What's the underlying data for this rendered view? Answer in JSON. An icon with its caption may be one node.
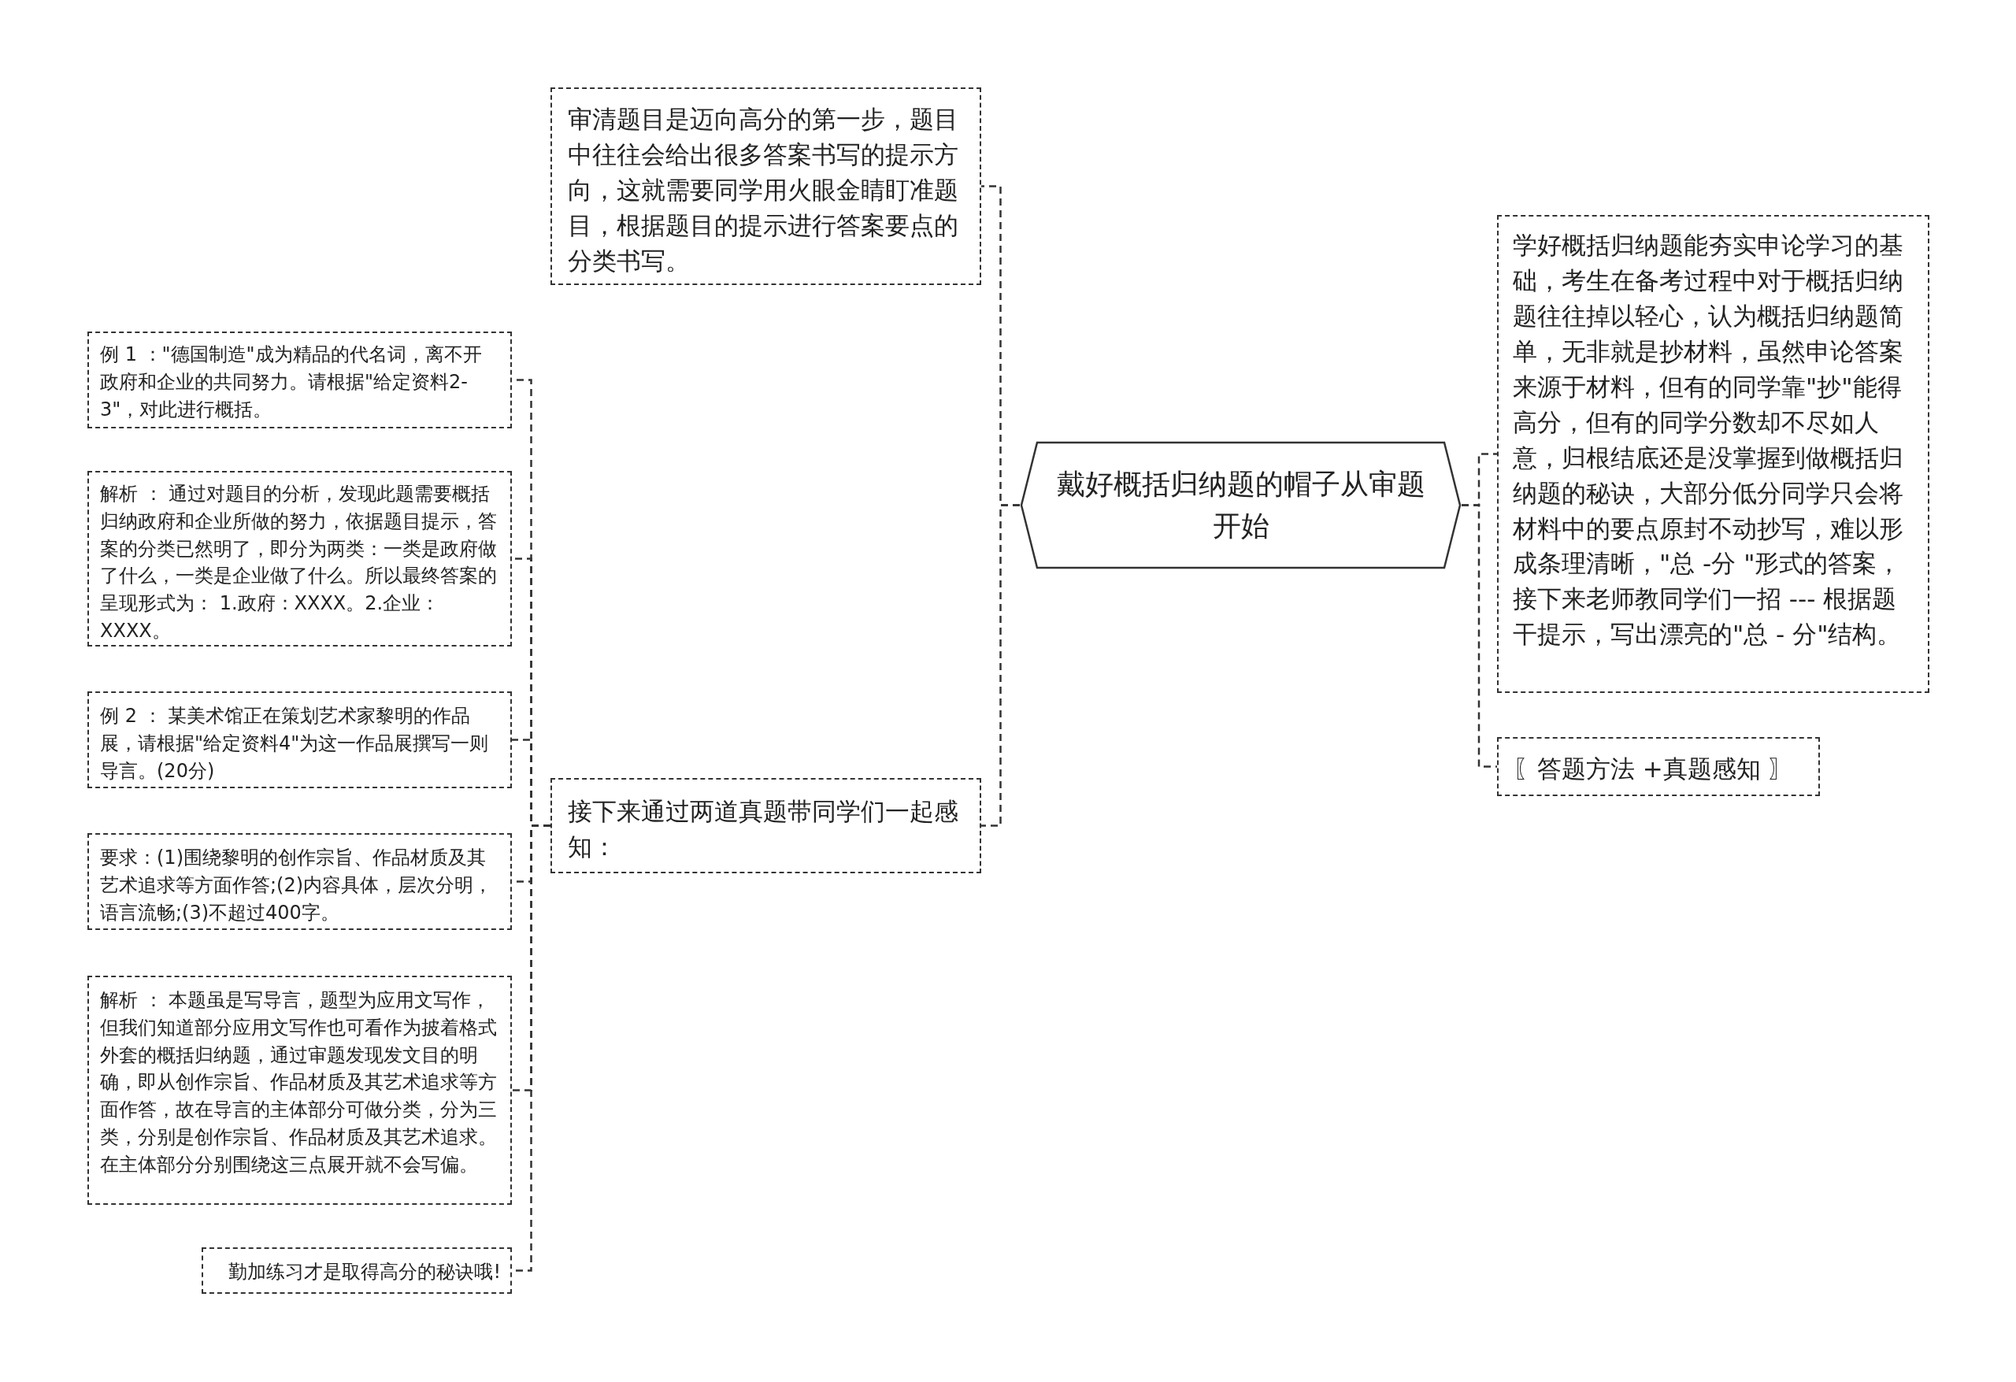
{
  "diagram": {
    "nodes": [
      {
        "text": [
          "戴好概括归纳题的帽子从审题开始"
        ]
      },
      {
        "text": [
          "审清题目是迈向高分的第一步，题目中往往会给出很多答案书写的提示方向，这就需要同学用火眼金睛盯准题目，根据题目的提示进行答案要点的分类书写。"
        ]
      },
      {
        "text": [
          "接下来通过两道真题带同学们一起感知："
        ]
      },
      {
        "text": [
          "例 1 ：\"德国制造\"成为精品的代名词，离不开政府和企业的共同努力。请根据\"给定资料2-3\"，对此进行概括。"
        ]
      },
      {
        "text": [
          "解析 ： 通过对题目的分析，发现此题需要概括归纳政府和企业所做的努力，依据题目提示，答案的分类已然明了，即分为两类：一类是政府做了什么，一类是企业做了什么。所以最终答案的呈现形式为： 1.政府：XXXX。2.企业：XXXX。"
        ]
      },
      {
        "text": [
          "例 2 ： 某美术馆正在策划艺术家黎明的作品展，请根据\"给定资料4\"为这一作品展撰写一则导言。(20分)"
        ]
      },
      {
        "text": [
          "要求：(1)围绕黎明的创作宗旨、作品材质及其艺术追求等方面作答;(2)内容具体，层次分明，语言流畅;(3)不超过400字。"
        ]
      },
      {
        "text": [
          "解析 ： 本题虽是写导言，题型为应用文写作，但我们知道部分应用文写作也可看作为披着格式外套的概括归纳题，通过审题发现发文目的明确，即从创作宗旨、作品材质及其艺术追求等方面作答，故在导言的主体部分可做分类，分为三类，分别是创作宗旨、作品材质及其艺术追求。在主体部分分别围绕这三点展开就不会写偏。"
        ]
      },
      {
        "text": [
          "勤加练习才是取得高分的秘诀哦!"
        ]
      },
      {
        "text": [
          "学好概括归纳题能夯实申论学习的基础，考生在备考过程中对于概括归纳题往往掉以轻心，认为概括归纳题简单，无非就是抄材料，虽然申论答案来源于材料，但有的同学靠\"抄\"能得高分，但有的同学分数却不尽如人意，归根结底还是没掌握到做概括归纳题的秘诀，大部分低分同学只会将材料中的要点原封不动抄写，难以形成条理清晰，\"总 -分 \"形式的答案，接下来老师教同学们一招 --- 根据题干提示，写出漂亮的\"总 - 分\"结构。"
        ]
      },
      {
        "text": [
          "〖答题方法 +真题感知 〗"
        ]
      }
    ],
    "edges": [
      {
        "from": 0,
        "to": 1,
        "arrow": "none",
        "style": "dashed"
      },
      {
        "from": 0,
        "to": 2,
        "arrow": "none",
        "style": "dashed"
      },
      {
        "from": 2,
        "to": 3,
        "arrow": "none",
        "style": "dashed"
      },
      {
        "from": 2,
        "to": 4,
        "arrow": "none",
        "style": "dashed"
      },
      {
        "from": 2,
        "to": 5,
        "arrow": "none",
        "style": "dashed"
      },
      {
        "from": 2,
        "to": 6,
        "arrow": "none",
        "style": "dashed"
      },
      {
        "from": 2,
        "to": 7,
        "arrow": "none",
        "style": "dashed"
      },
      {
        "from": 2,
        "to": 8,
        "arrow": "none",
        "style": "dashed"
      },
      {
        "from": 0,
        "to": 9,
        "arrow": "none",
        "style": "dashed"
      },
      {
        "from": 0,
        "to": 10,
        "arrow": "none",
        "style": "dashed"
      }
    ]
  }
}
